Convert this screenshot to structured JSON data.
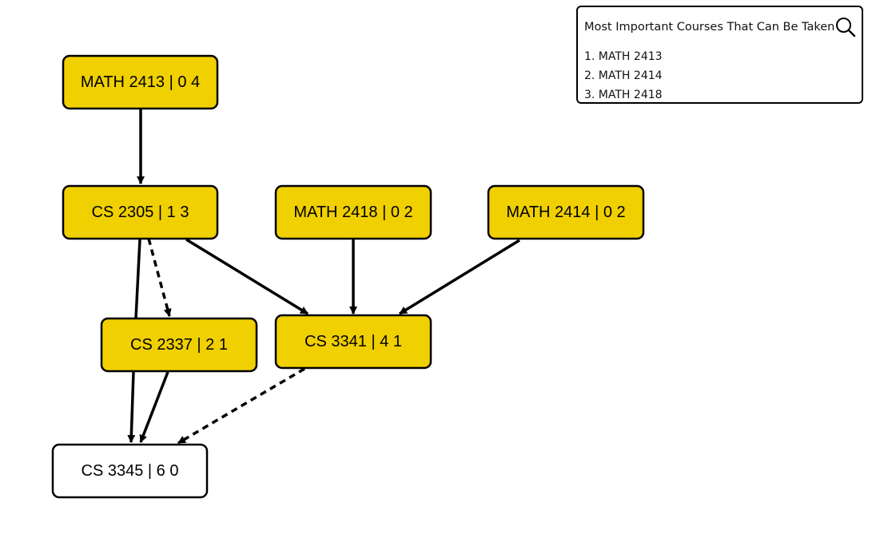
{
  "colors": {
    "node_fill_highlight": "#f0d000",
    "node_fill_default": "#ffffff",
    "stroke": "#000000"
  },
  "nodes": [
    {
      "id": "math2413",
      "label": "MATH 2413 | 0 4",
      "highlighted": true
    },
    {
      "id": "cs2305",
      "label": "CS 2305 | 1 3",
      "highlighted": true
    },
    {
      "id": "math2418",
      "label": "MATH 2418 | 0 2",
      "highlighted": true
    },
    {
      "id": "math2414",
      "label": "MATH 2414 | 0 2",
      "highlighted": true
    },
    {
      "id": "cs2337",
      "label": "CS 2337 | 2 1",
      "highlighted": true
    },
    {
      "id": "cs3341",
      "label": "CS 3341 | 4 1",
      "highlighted": true
    },
    {
      "id": "cs3345",
      "label": "CS 3345 | 6 0",
      "highlighted": false
    }
  ],
  "edges": [
    {
      "from": "math2413",
      "to": "cs2305",
      "style": "solid",
      "arrow": true
    },
    {
      "from": "cs2305",
      "to": "cs2337",
      "style": "dashed",
      "arrow": true
    },
    {
      "from": "cs2305",
      "to": "cs3341",
      "style": "solid",
      "arrow": true
    },
    {
      "from": "cs2305",
      "to": "cs3345",
      "style": "solid",
      "arrow": true
    },
    {
      "from": "math2418",
      "to": "cs3341",
      "style": "solid",
      "arrow": true
    },
    {
      "from": "math2414",
      "to": "cs3341",
      "style": "solid",
      "arrow": true
    },
    {
      "from": "cs2337",
      "to": "cs3345",
      "style": "solid",
      "arrow": true
    },
    {
      "from": "cs3341",
      "to": "cs3345",
      "style": "dashed",
      "arrow": true
    }
  ],
  "panel": {
    "title": "Most Important Courses That Can Be Taken",
    "search_icon": "search-icon",
    "items": [
      "1. MATH 2413",
      "2. MATH 2414",
      "3. MATH 2418"
    ]
  }
}
